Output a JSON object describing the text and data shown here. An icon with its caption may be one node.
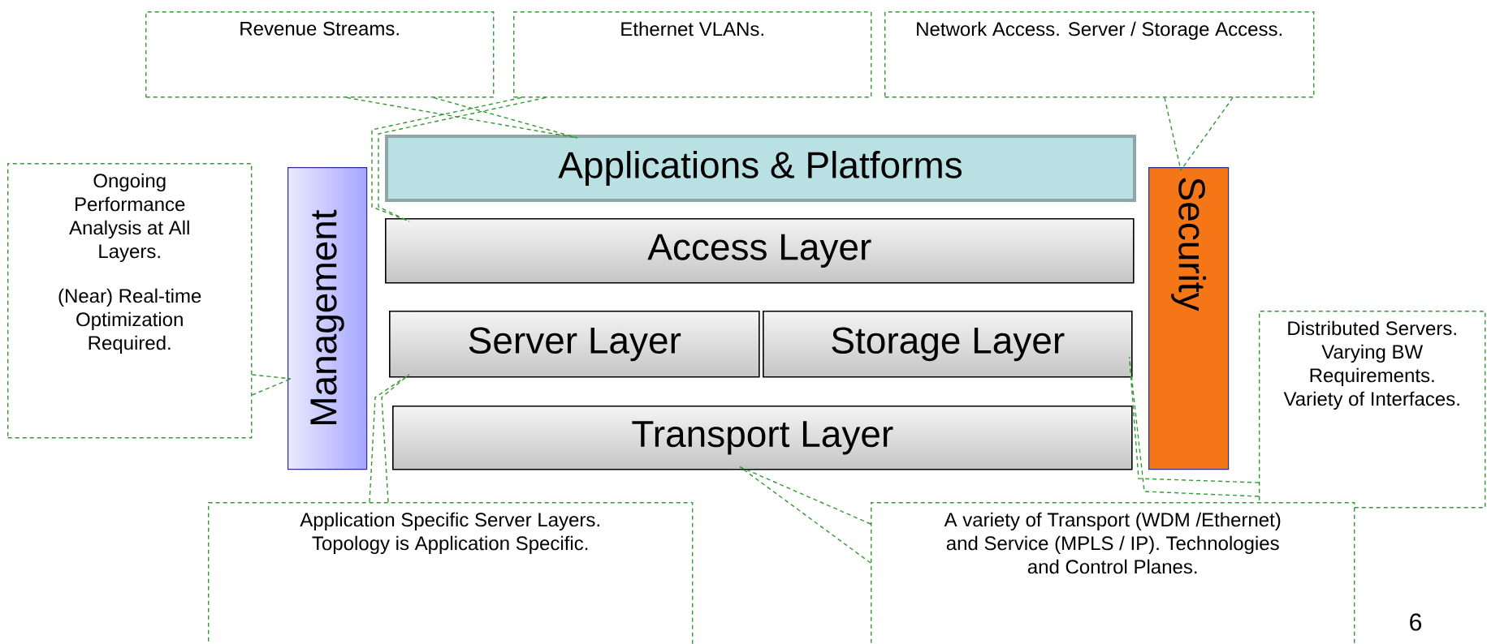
{
  "diagram": {
    "nodes": [
      {
        "text": [
          "Revenue Streams."
        ]
      },
      {
        "text": [
          "Ethernet VLANs."
        ]
      },
      {
        "text": [
          "Network Access. Server / Storage Access."
        ]
      },
      {
        "text": [
          "Ongoing Performance Analysis at All Layers.",
          "(Near) Real-time Optimization Required."
        ]
      },
      {
        "text": [
          "Management"
        ]
      },
      {
        "text": [
          "Applications & Platforms"
        ]
      },
      {
        "text": [
          "Access Layer"
        ]
      },
      {
        "text": [
          "Server Layer"
        ]
      },
      {
        "text": [
          "Storage Layer"
        ]
      },
      {
        "text": [
          "Transport Layer"
        ]
      },
      {
        "text": [
          "Security"
        ]
      },
      {
        "text": [
          "Distributed Servers. Varying BW Requirements. Variety of Interfaces."
        ]
      },
      {
        "text": [
          "Application Specific Server Layers. Topology is Application Specific."
        ]
      },
      {
        "text": [
          "A variety of Transport (WDM /Ethernet) and Service (MPLS / IP). Technologies and Control Planes."
        ]
      }
    ],
    "edges": [
      {
        "from": 0,
        "to": 5,
        "arrow": "none",
        "style": "dashed"
      },
      {
        "from": 1,
        "to": 6,
        "arrow": "none",
        "style": "dashed"
      },
      {
        "from": 2,
        "to": 10,
        "arrow": "none",
        "style": "dashed"
      },
      {
        "from": 3,
        "to": 4,
        "arrow": "none",
        "style": "dashed"
      },
      {
        "from": 11,
        "to": 8,
        "arrow": "none",
        "style": "dashed"
      },
      {
        "from": 12,
        "to": 7,
        "arrow": "none",
        "style": "dashed"
      },
      {
        "from": 13,
        "to": 9,
        "arrow": "none",
        "style": "dashed"
      }
    ],
    "labels": [
      "6"
    ]
  }
}
